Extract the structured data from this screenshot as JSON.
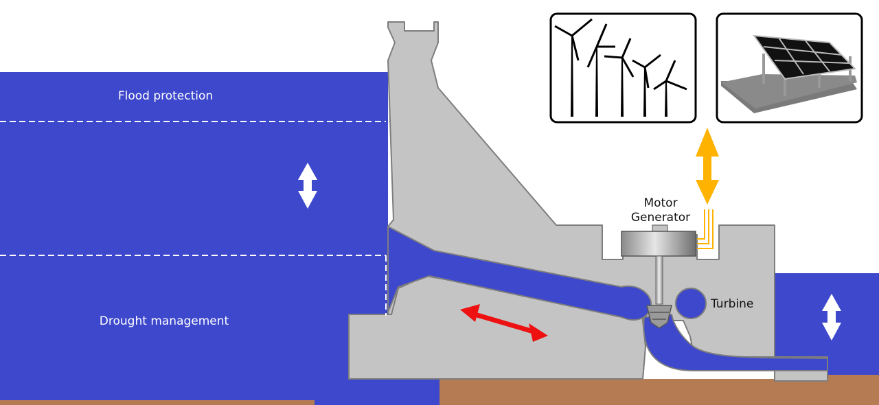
{
  "labels": {
    "flood_protection": "Flood protection",
    "drought_management": "Drought management",
    "motor": "Motor",
    "generator": "Generator",
    "turbine": "Turbine"
  },
  "icons": {
    "wind_panel": "wind-turbines-icon",
    "solar_panel": "solar-panel-icon"
  },
  "colors": {
    "water": "#3d48cc",
    "dam": "#c4c4c4",
    "dam_outline": "#7d7d7d",
    "ground": "#b57b53",
    "power_arrow": "#ffb300",
    "flow_arrow": "#ee1111",
    "level_arrow": "#ffffff"
  }
}
